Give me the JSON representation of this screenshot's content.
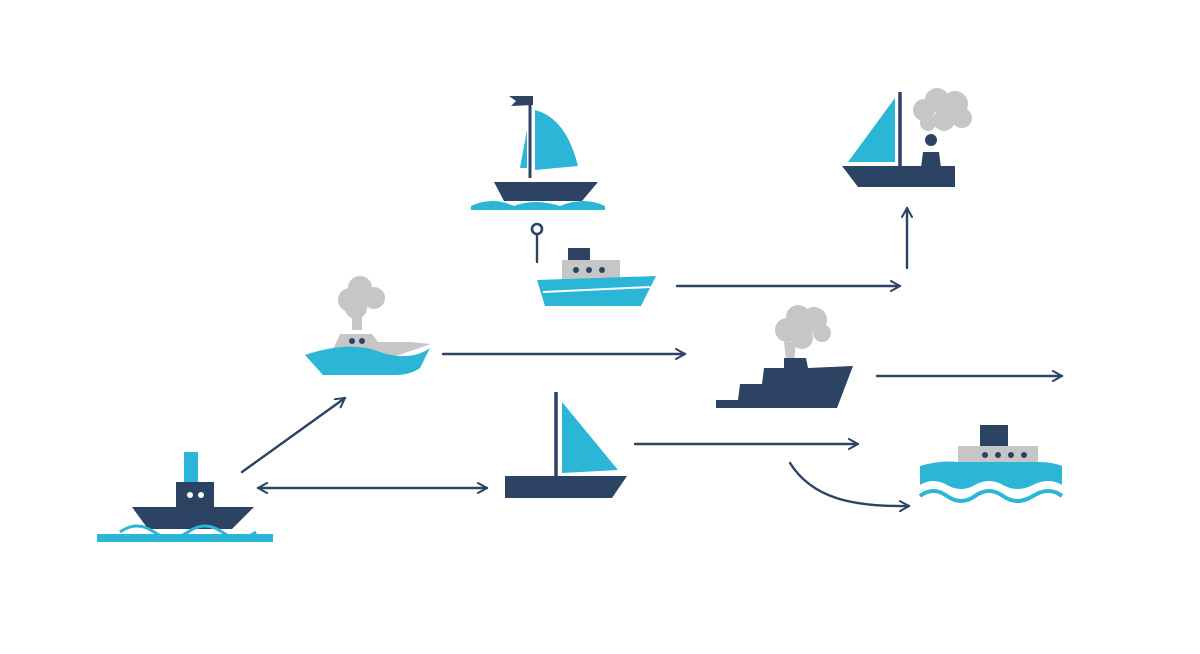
{
  "colors": {
    "navy": "#2c4364",
    "cyan": "#2bb6d8",
    "smoke": "#c6c6c6",
    "white": "#ffffff",
    "background": "#ffffff"
  },
  "nodes": [
    {
      "id": "tugboat",
      "icon": "tugboat-icon"
    },
    {
      "id": "motorboat-smoke",
      "icon": "motorboat-with-smoke-icon"
    },
    {
      "id": "sailboat-flag",
      "icon": "sailboat-with-flag-icon"
    },
    {
      "id": "ferry",
      "icon": "ferry-icon"
    },
    {
      "id": "sailboat-smoke",
      "icon": "sailboat-with-smoke-icon"
    },
    {
      "id": "sailboat-plain",
      "icon": "sailboat-icon"
    },
    {
      "id": "warship-smoke",
      "icon": "warship-with-smoke-icon"
    },
    {
      "id": "cruise-ship",
      "icon": "cruise-ship-icon"
    }
  ],
  "edges": [
    {
      "from": "tugboat",
      "to": "motorboat-smoke",
      "direction": "forward"
    },
    {
      "from": "tugboat",
      "to": "sailboat-plain",
      "direction": "both"
    },
    {
      "from": "motorboat-smoke",
      "to": "warship-smoke",
      "direction": "forward"
    },
    {
      "from": "sailboat-flag",
      "to": "ferry",
      "direction": "none"
    },
    {
      "from": "ferry",
      "to": "sailboat-smoke",
      "direction": "forward"
    },
    {
      "from": "sailboat-plain",
      "to": "cruise-ship",
      "direction": "forward"
    },
    {
      "from": "sailboat-plain",
      "to": "cruise-ship",
      "direction": "forward"
    },
    {
      "from": "warship-smoke",
      "to": "offscreen-right",
      "direction": "forward"
    }
  ]
}
